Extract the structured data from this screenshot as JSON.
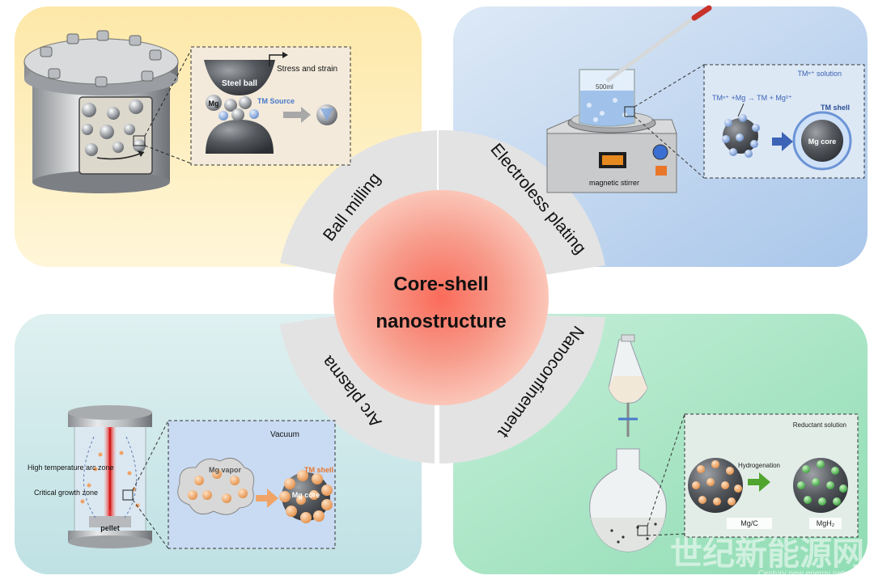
{
  "center": {
    "line1": "Core-shell",
    "line2": "nanostructure"
  },
  "methods": {
    "ball_milling": "Ball milling",
    "electroless_plating": "Electroless plating",
    "arc_plasma": "Arc plasma",
    "nanoconfinement": "Nanoconfinement"
  },
  "ball_milling_panel": {
    "steel_ball": "Steel ball",
    "mg": "Mg",
    "stress": "Stress and strain",
    "tm_source": "TM Source"
  },
  "electroless_panel": {
    "beaker_volume": "500ml",
    "solution": "TMⁿ⁺ solution",
    "reaction": "TMⁿ⁺ +Mg → TM + Mg²⁺",
    "tm_shell": "TM shell",
    "mg_core": "Mg core",
    "stirrer_label": "magnetic stirrer"
  },
  "arc_panel": {
    "vacuum": "Vacuum",
    "mg_vapor": "Mg vapor",
    "tm_shell": "TM shell",
    "mg_core": "Mg core",
    "high_temp": "High temperature arc zone",
    "critical": "Critical growth zone",
    "pellet": "pellet"
  },
  "nano_panel": {
    "reductant": "Reductant solution",
    "hydrogenation": "Hydrogenation",
    "label_left": "Mg/C",
    "label_right": "MgH₂"
  },
  "watermark": {
    "cn": "世纪新能源网",
    "en": "Century new energy network"
  },
  "colors": {
    "tl": "#fbe3a2",
    "tr": "#c2d7ef",
    "bl": "#cfe8ea",
    "br": "#a8e4c5",
    "ring": "#e6e6e6",
    "center": "#f5a99a",
    "tm_blue": "#4a79c9",
    "tm_orange": "#e8772a"
  }
}
